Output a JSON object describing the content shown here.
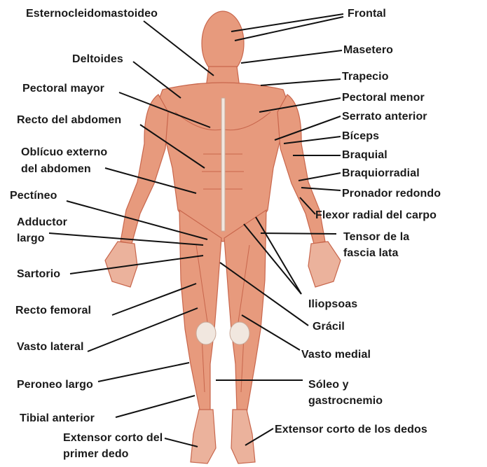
{
  "colors": {
    "muscle": "#e79a7d",
    "muscle_dark": "#c8664c",
    "tendon": "#f1e7df",
    "line": "#111111"
  },
  "labels": {
    "esternocleidomastoideo": "Esternocleidomastoideo",
    "deltoides": "Deltoides",
    "pectoral_mayor": "Pectoral mayor",
    "recto_abdomen": "Recto del abdomen",
    "oblicuo_1": "Oblícuo externo",
    "oblicuo_2": "del abdomen",
    "pectineo": "Pectíneo",
    "adductor_1": "Adductor",
    "adductor_2": "largo",
    "sartorio": "Sartorio",
    "recto_femoral": "Recto femoral",
    "vasto_lateral": "Vasto lateral",
    "peroneo_largo": "Peroneo largo",
    "tibial_anterior": "Tibial anterior",
    "ext_corto_primer_1": "Extensor corto del",
    "ext_corto_primer_2": "primer dedo",
    "frontal": "Frontal",
    "masetero": "Masetero",
    "trapecio": "Trapecio",
    "pectoral_menor": "Pectoral menor",
    "serrato_anterior": "Serrato anterior",
    "biceps": "Bíceps",
    "braquial": "Braquial",
    "braquiorradial": "Braquiorradial",
    "pronador_redondo": "Pronador redondo",
    "flexor_radial": "Flexor radial del carpo",
    "tensor_1": "Tensor de la",
    "tensor_2": "fascia lata",
    "iliopsoas": "Iliopsoas",
    "gracil": "Grácil",
    "vasto_medial": "Vasto medial",
    "soleo_1": "Sóleo y",
    "soleo_2": "gastrocnemio",
    "ext_corto_dedos": "Extensor corto de los dedos"
  }
}
